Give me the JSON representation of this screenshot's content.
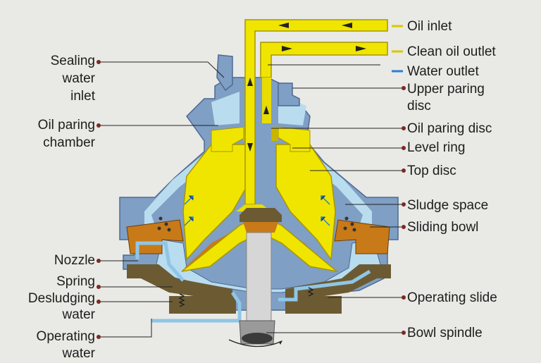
{
  "colors": {
    "background": "#e9e9e6",
    "casing": "#7f9fc4",
    "casing_dark": "#5f7fa8",
    "water": "#b9dcef",
    "oil": "#f0e500",
    "oil_dark": "#c9b400",
    "sludge_bowl": "#c87a18",
    "slide": "#6c5b32",
    "spindle": "#c8c8c8",
    "leader": "#222222",
    "dot": "#7a2b20",
    "oil_inlet_mark": "#d8c800",
    "clean_oil_mark": "#d8c800",
    "water_outlet_mark": "#2a7fd0"
  },
  "labels_left": [
    {
      "key": "sealing",
      "lines": [
        "Sealing",
        "water",
        "inlet"
      ]
    },
    {
      "key": "oil_paring_chamber",
      "lines": [
        "Oil paring",
        "chamber"
      ]
    },
    {
      "key": "nozzle",
      "lines": [
        "Nozzle"
      ]
    },
    {
      "key": "spring",
      "lines": [
        "Spring"
      ]
    },
    {
      "key": "desludging",
      "lines": [
        "Desludging",
        "water"
      ]
    },
    {
      "key": "operating_water",
      "lines": [
        "Operating",
        "water"
      ]
    }
  ],
  "labels_right": {
    "oil_inlet": "Oil inlet",
    "clean_oil_outlet": "Clean oil outlet",
    "water_outlet": "Water outlet",
    "upper_paring_disc_1": "Upper paring",
    "upper_paring_disc_2": "disc",
    "oil_paring_disc": "Oil paring  disc",
    "level_ring": "Level ring",
    "top_disc": "Top disc",
    "sludge_space": "Sludge space",
    "sliding_bowl": "Sliding bowl",
    "operating_slide": "Operating slide",
    "bowl_spindle": "Bowl spindle"
  }
}
